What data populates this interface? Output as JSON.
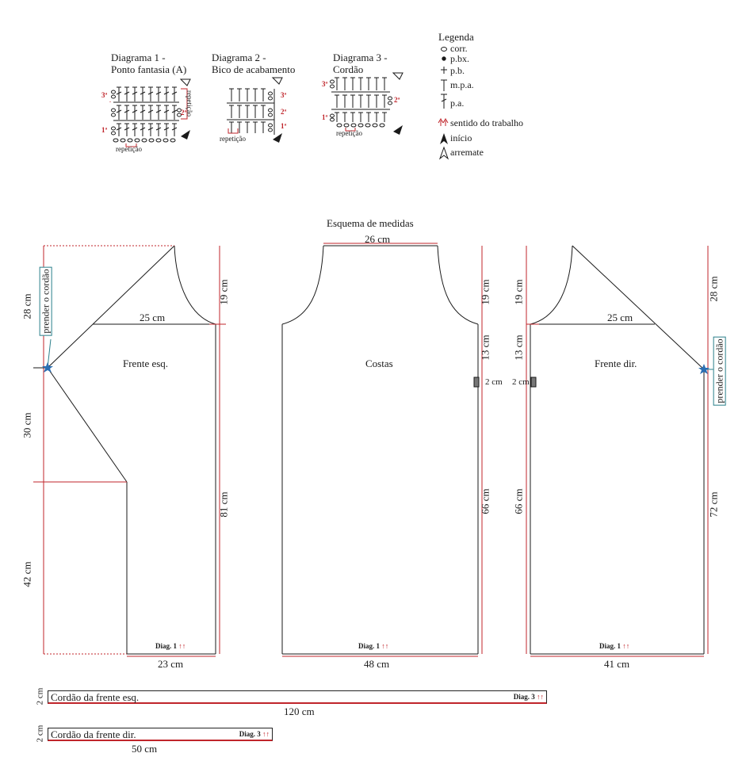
{
  "colors": {
    "ink": "#1a1a1a",
    "accent_red": "#c0252b",
    "teal": "#2a7f8a",
    "star": "#2b6fb3"
  },
  "diagrams": {
    "d1": {
      "title_line1": "Diagrama 1 -",
      "title_line2": "Ponto fantasia (A)",
      "row1": "1ª",
      "row2": "2ª",
      "row3": "3ª",
      "repeat_bottom": "repetição",
      "repeat_side": "repetição"
    },
    "d2": {
      "title_line1": "Diagrama 2 -",
      "title_line2": "Bico de acabamento",
      "row1": "1ª",
      "row2": "2ª",
      "row3": "3ª",
      "repeat_bottom": "repetição"
    },
    "d3": {
      "title_line1": "Diagrama 3 -",
      "title_line2": "Cordão",
      "row1": "1ª",
      "row2": "2ª",
      "row3": "3ª",
      "repeat_bottom": "repetição"
    }
  },
  "legend": {
    "title": "Legenda",
    "items": [
      {
        "icon": "chain-icon",
        "label": "corr."
      },
      {
        "icon": "slip-stitch-icon",
        "label": "p.bx."
      },
      {
        "icon": "single-crochet-icon",
        "label": "p.b."
      },
      {
        "icon": "half-double-crochet-icon",
        "label": "m.p.a."
      },
      {
        "icon": "double-crochet-icon",
        "label": "p.a."
      },
      {
        "icon": "direction-arrows-icon",
        "label": "sentido do trabalho"
      },
      {
        "icon": "start-arrow-icon",
        "label": "início"
      },
      {
        "icon": "finish-arrow-icon",
        "label": "arremate"
      }
    ]
  },
  "schema": {
    "title": "Esquema de medidas",
    "direction_arrows": "↑↑",
    "left_front": {
      "label": "Frente esq.",
      "tie_label": "prender o cordão",
      "m_top_left": "28 cm",
      "m_mid_left": "30 cm",
      "m_bottom_left": "42 cm",
      "m_shoulder": "19 cm",
      "m_side": "81 cm",
      "m_neck": "25 cm",
      "m_bottom": "23 cm",
      "diag": "Diag. 1"
    },
    "back": {
      "label": "Costas",
      "m_top": "26 cm",
      "m_shoulder": "19 cm",
      "m_armhole": "13 cm",
      "m_mark": "2 cm",
      "m_side": "66 cm",
      "m_bottom": "48 cm",
      "diag": "Diag. 1"
    },
    "right_front": {
      "label": "Frente dir.",
      "tie_label": "prender o cordão",
      "m_shoulder": "19 cm",
      "m_armhole": "13 cm",
      "m_mark": "2 cm",
      "m_side_left": "66 cm",
      "m_top_right": "28 cm",
      "m_side_right": "72 cm",
      "m_neck": "25 cm",
      "m_bottom": "41 cm",
      "diag": "Diag. 1"
    },
    "cords": [
      {
        "label": "Cordão da frente esq.",
        "height": "2 cm",
        "length": "120 cm",
        "diag": "Diag. 3"
      },
      {
        "label": "Cordão da frente dir.",
        "height": "2 cm",
        "length": "50 cm",
        "diag": "Diag. 3"
      }
    ]
  }
}
